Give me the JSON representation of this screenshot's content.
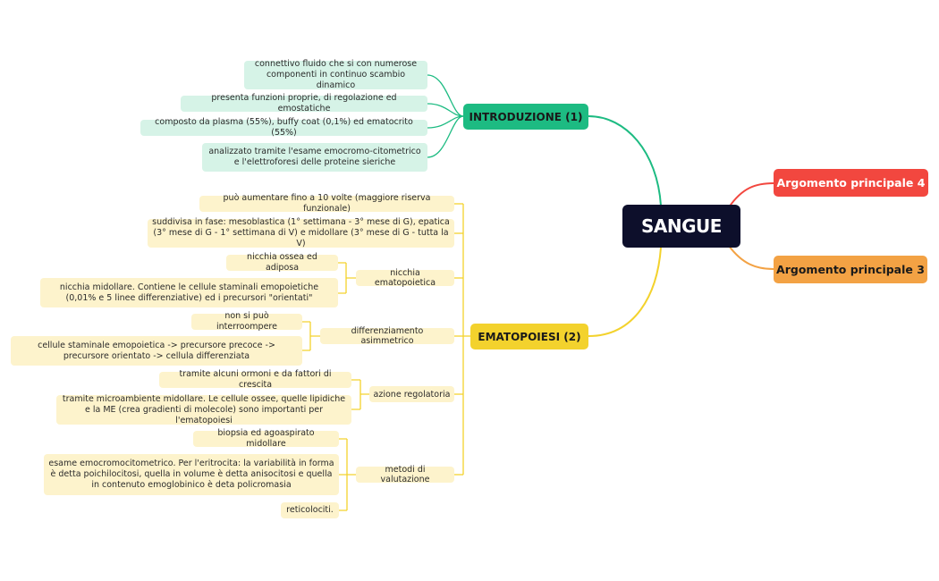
{
  "colors": {
    "center_bg": "#0d0f2b",
    "intro": "#1dbb82",
    "emato": "#f3d22d",
    "topic4": "#f2473f",
    "topic3": "#f3a244",
    "leaf_green": "#d6f3e7",
    "leaf_yellow": "#fdf3cc"
  },
  "center": {
    "label": "SANGUE"
  },
  "topics": {
    "t4": {
      "label": "Argomento principale 4"
    },
    "t3": {
      "label": "Argomento principale 3"
    }
  },
  "intro": {
    "label": "INTRODUZIONE (1)",
    "items": [
      "connettivo fluido che si con numerose componenti in continuo scambio dinamico",
      "presenta funzioni proprie, di regolazione ed emostatiche",
      "composto da plasma (55%), buffy coat (0,1%) ed ematocrito (55%)",
      "analizzato tramite l'esame emocromo-citometrico e l'elettroforesi delle proteine sieriche"
    ]
  },
  "emato": {
    "label": "EMATOPOIESI (2)",
    "direct": [
      "può aumentare fino a 10 volte (maggiore riserva funzionale)",
      "suddivisa in fase: mesoblastica (1° settimana - 3° mese di G), epatica (3° mese di G - 1° settimana di V) e midollare (3° mese di G - tutta la V)"
    ],
    "nicchia": {
      "label": "nicchia ematopoietica",
      "items": [
        "nicchia ossea ed adiposa",
        "nicchia midollare. Contiene le cellule staminali emopoietiche (0,01% e 5 linee differenziative) ed i precursori \"orientati\""
      ]
    },
    "differenziamento": {
      "label": "differenziamento asimmetrico",
      "items": [
        "non si può interroompere",
        "cellule staminale emopoietica -> precursore precoce -> precursore orientato -> cellula differenziata"
      ]
    },
    "regolatoria": {
      "label": "azione regolatoria",
      "items": [
        "tramite alcuni ormoni e da fattori di crescita",
        "tramite microambiente midollare. Le cellule ossee, quelle lipidiche e la ME (crea gradienti di molecole) sono importanti per l'ematopoiesi"
      ]
    },
    "metodi": {
      "label": "metodi di valutazione",
      "items": [
        "biopsia ed agoaspirato midollare",
        "esame emocromocitometrico. Per l'eritrocita: la variabilità in forma è detta poichilocitosi, quella in volume è detta anisocitosi e quella in contenuto emoglobinico è deta policromasia",
        "reticolociti."
      ]
    }
  }
}
